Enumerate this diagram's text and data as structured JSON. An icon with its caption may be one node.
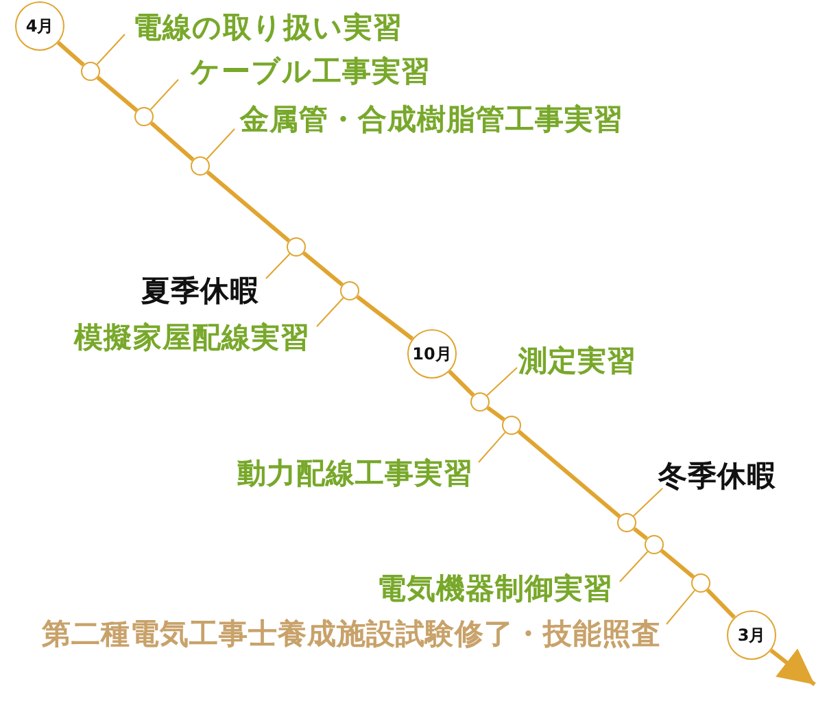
{
  "diagram": {
    "nodes": [
      {
        "text": [
          "4月"
        ]
      },
      {
        "text": [],
        "shape": "circle"
      },
      {
        "text": [
          "電線の取り扱い実習"
        ]
      },
      {
        "text": [],
        "shape": "circle"
      },
      {
        "text": [
          "ケーブル工事実習"
        ]
      },
      {
        "text": [],
        "shape": "circle"
      },
      {
        "text": [
          "金属管・合成樹脂管工事実習"
        ]
      },
      {
        "text": [],
        "shape": "circle"
      },
      {
        "text": [
          "夏季休暇"
        ]
      },
      {
        "text": [],
        "shape": "circle"
      },
      {
        "text": [
          "模擬家屋配線実習"
        ]
      },
      {
        "text": [
          "10月"
        ]
      },
      {
        "text": [],
        "shape": "circle"
      },
      {
        "text": [
          "測定実習"
        ]
      },
      {
        "text": [],
        "shape": "circle"
      },
      {
        "text": [
          "動力配線工事実習"
        ]
      },
      {
        "text": [],
        "shape": "circle"
      },
      {
        "text": [
          "冬季休暇"
        ]
      },
      {
        "text": [],
        "shape": "circle"
      },
      {
        "text": [
          "電気機器制御実習"
        ]
      },
      {
        "text": [],
        "shape": "circle"
      },
      {
        "text": [
          "第二種電気工事士養成施設試験修了・技能照査"
        ]
      },
      {
        "text": [
          "3月"
        ]
      }
    ],
    "edges": [
      {
        "from": 0,
        "to": 1,
        "arrow": "none"
      },
      {
        "from": 1,
        "to": 3,
        "arrow": "none"
      },
      {
        "from": 3,
        "to": 5,
        "arrow": "none"
      },
      {
        "from": 5,
        "to": 7,
        "arrow": "none"
      },
      {
        "from": 7,
        "to": 9,
        "arrow": "none"
      },
      {
        "from": 9,
        "to": 11,
        "arrow": "none"
      },
      {
        "from": 11,
        "to": 12,
        "arrow": "none"
      },
      {
        "from": 12,
        "to": 14,
        "arrow": "none"
      },
      {
        "from": 14,
        "to": 16,
        "arrow": "none"
      },
      {
        "from": 16,
        "to": 18,
        "arrow": "none"
      },
      {
        "from": 18,
        "to": 20,
        "arrow": "none"
      },
      {
        "from": 20,
        "to": 22,
        "arrow": "none"
      },
      {
        "from": 22,
        "to": null,
        "arrow": "to"
      },
      {
        "from": 2,
        "to": 1,
        "arrow": "none"
      },
      {
        "from": 4,
        "to": 3,
        "arrow": "none"
      },
      {
        "from": 6,
        "to": 5,
        "arrow": "none"
      },
      {
        "from": 8,
        "to": 7,
        "arrow": "none"
      },
      {
        "from": 10,
        "to": 9,
        "arrow": "none"
      },
      {
        "from": 13,
        "to": 12,
        "arrow": "none"
      },
      {
        "from": 15,
        "to": 14,
        "arrow": "none"
      },
      {
        "from": 17,
        "to": 16,
        "arrow": "none"
      },
      {
        "from": 19,
        "to": 18,
        "arrow": "none"
      },
      {
        "from": 21,
        "to": 20,
        "arrow": "none"
      }
    ]
  }
}
